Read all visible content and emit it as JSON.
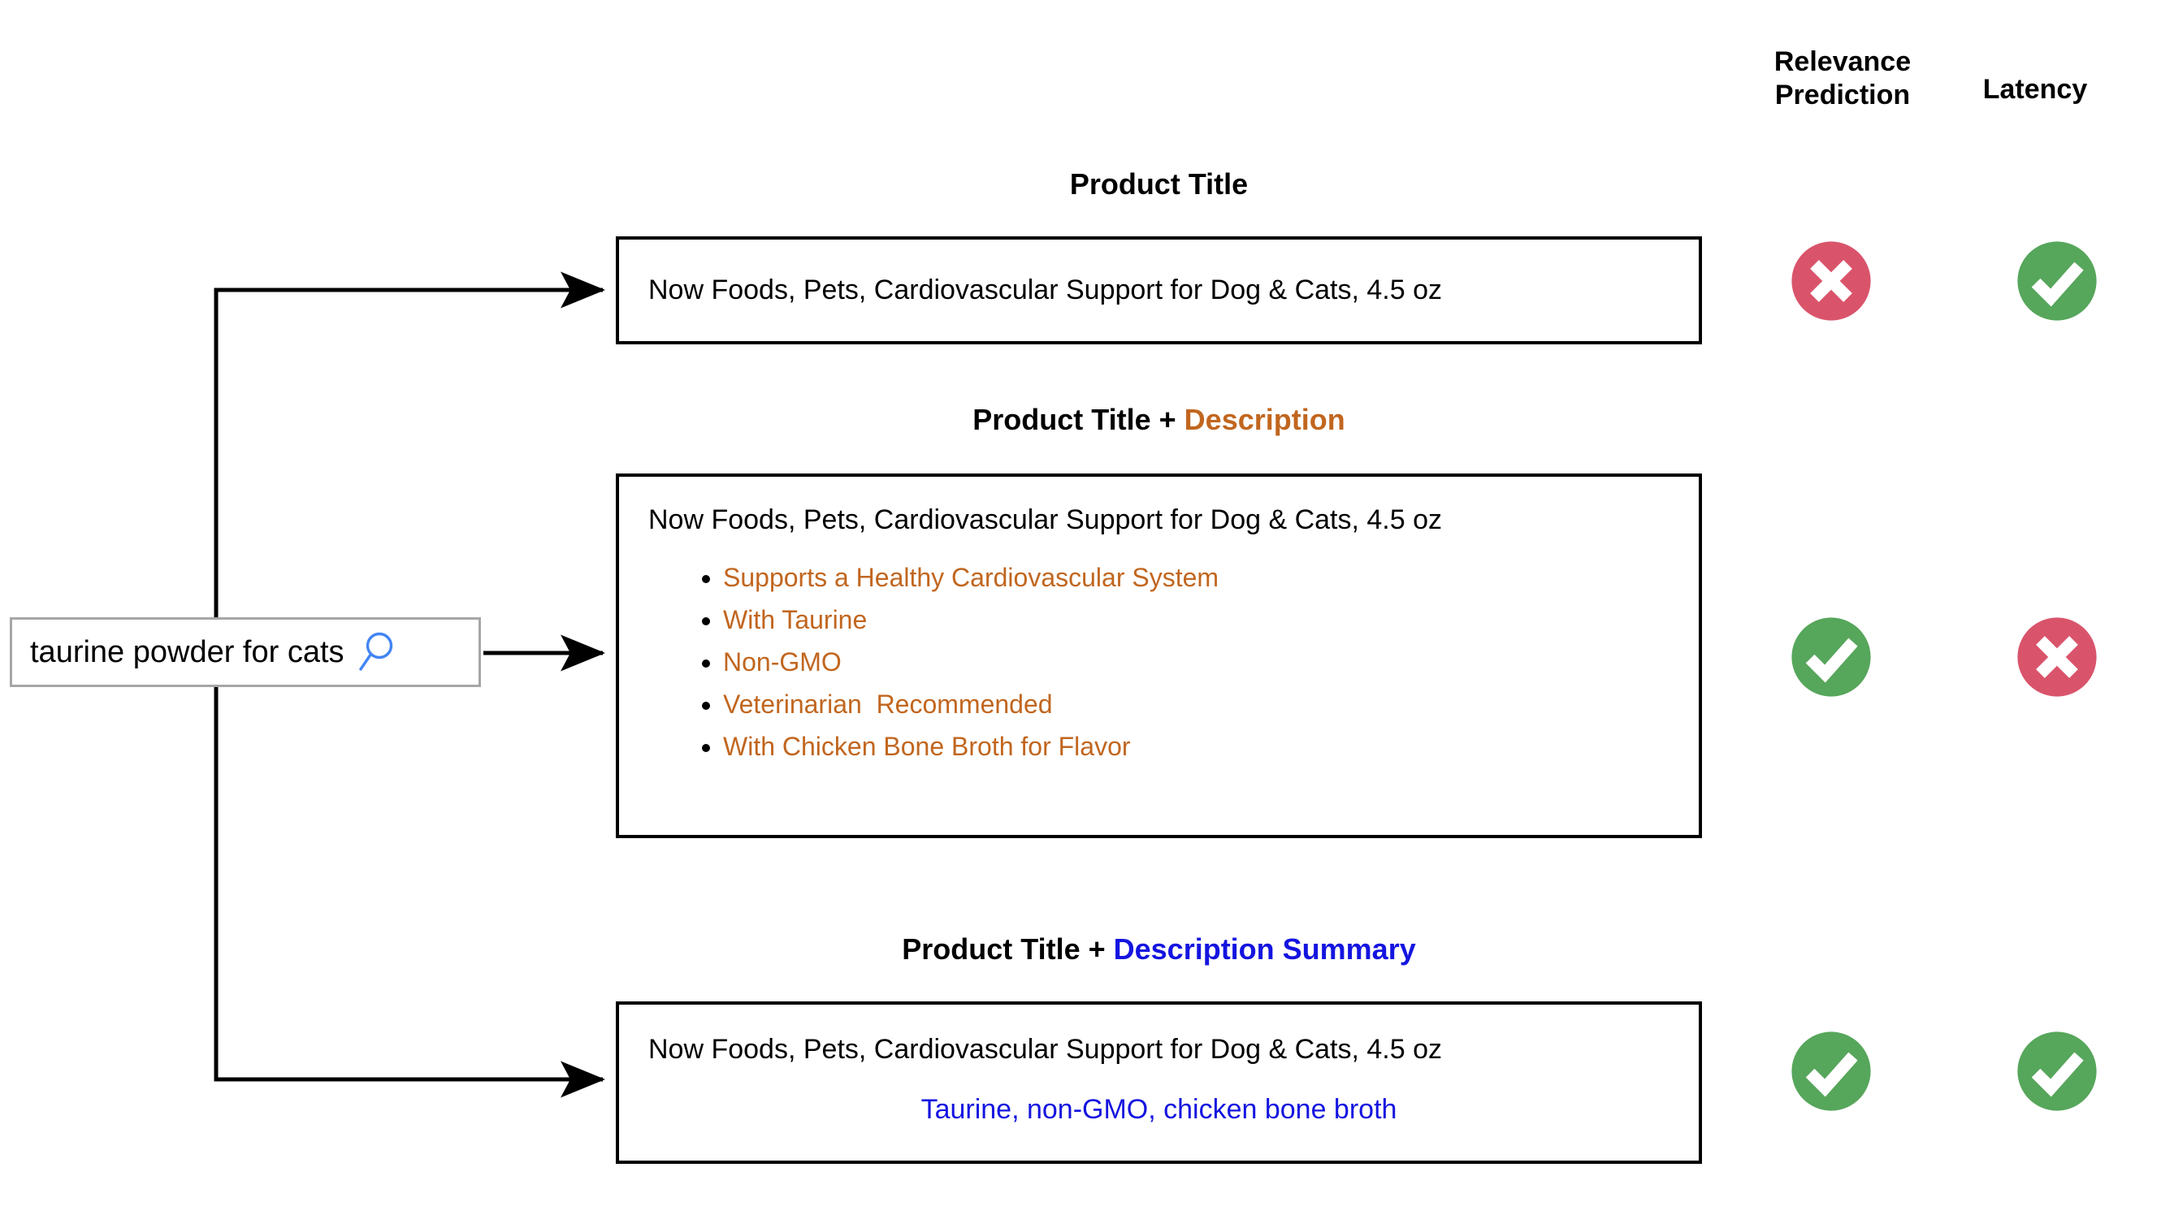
{
  "colors": {
    "accent_orange": "#C1661F",
    "accent_blue": "#1414E0",
    "status_pass": "#56A65B",
    "status_fail": "#D9546B",
    "search_border": "#A6A6A6",
    "search_icon": "#4285F4",
    "card_border": "#000000"
  },
  "columns": {
    "relevance_header": "Relevance\nPrediction",
    "latency_header": "Latency"
  },
  "search": {
    "query": "taurine powder for cats",
    "icon": "magnifier-icon"
  },
  "product": {
    "title": "Now Foods, Pets, Cardiovascular Support for Dog & Cats, 4.5 oz"
  },
  "variants": [
    {
      "id": "title-only",
      "title_prefix": "Product Title",
      "title_accent": "",
      "title_accent_color": "",
      "product_title": "Now Foods, Pets, Cardiovascular Support for Dog & Cats, 4.5 oz",
      "bullets": [],
      "summary": "",
      "relevance": "fail",
      "latency": "pass"
    },
    {
      "id": "title-plus-description",
      "title_prefix": "Product Title + ",
      "title_accent": "Description",
      "title_accent_color": "#C1661F",
      "product_title": "Now Foods, Pets, Cardiovascular Support for Dog & Cats, 4.5 oz",
      "bullets": [
        "Supports a Healthy Cardiovascular System",
        "With Taurine",
        "Non-GMO",
        "Veterinarian  Recommended",
        "With Chicken Bone Broth for Flavor"
      ],
      "summary": "",
      "relevance": "pass",
      "latency": "fail"
    },
    {
      "id": "title-plus-description-summary",
      "title_prefix": "Product Title + ",
      "title_accent": "Description Summary",
      "title_accent_color": "#1414E0",
      "product_title": "Now Foods, Pets, Cardiovascular Support for Dog & Cats, 4.5 oz",
      "bullets": [],
      "summary": "Taurine, non-GMO, chicken bone broth",
      "relevance": "pass",
      "latency": "pass"
    }
  ],
  "icons": {
    "pass": "check-circle-icon",
    "fail": "cross-circle-icon"
  }
}
